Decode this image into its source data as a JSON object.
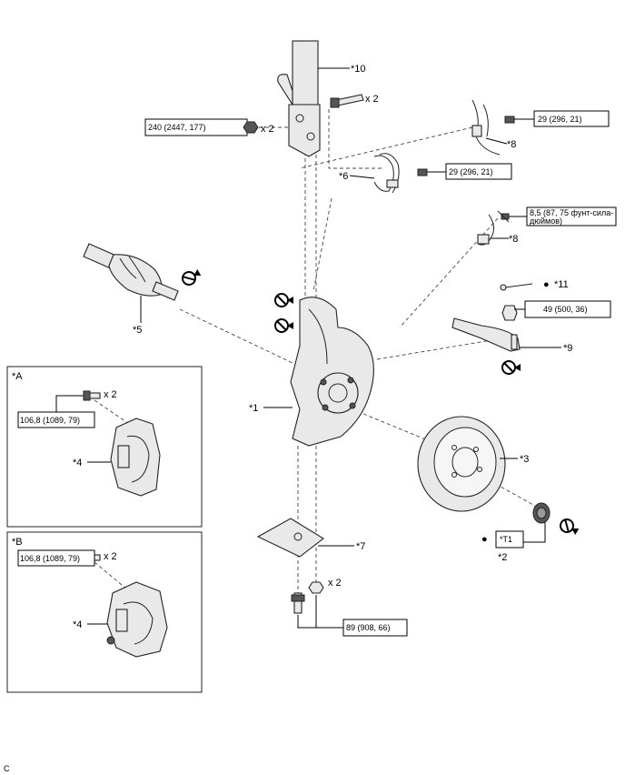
{
  "labels": {
    "p10": "*10",
    "p8a": "*8",
    "p6": "*6",
    "p8b": "*8",
    "p11": "*11",
    "p9": "*9",
    "p5": "*5",
    "p1": "*1",
    "p3": "*3",
    "p7": "*7",
    "p2": "*2",
    "boxA": "*A",
    "boxB": "*B",
    "p4a": "*4",
    "p4b": "*4"
  },
  "quantities": {
    "bolt_top": "x 2",
    "nut_top": "x 2",
    "caliper_a": "x 2",
    "caliper_b": "x 2",
    "lower": "x 2"
  },
  "torque": {
    "strut": "240 (2447, 177)",
    "sensor_top": "29 (296, 21)",
    "bracket": "29 (296, 21)",
    "sensor_line1": "8,5 (87, 75 фунт-сила-",
    "sensor_line2": "дюймов)",
    "tie_rod": "49 (500, 36)",
    "caliper_a": "106,8 (1089, 79)",
    "caliper_b": "106,8 (1089, 79)",
    "lower": "89 (908, 66)",
    "t1": "*T1"
  },
  "symbols": {
    "dot_11": "●",
    "dot_t1": "●"
  },
  "corner_code": "C",
  "icons": [
    "no-reuse-icon"
  ]
}
